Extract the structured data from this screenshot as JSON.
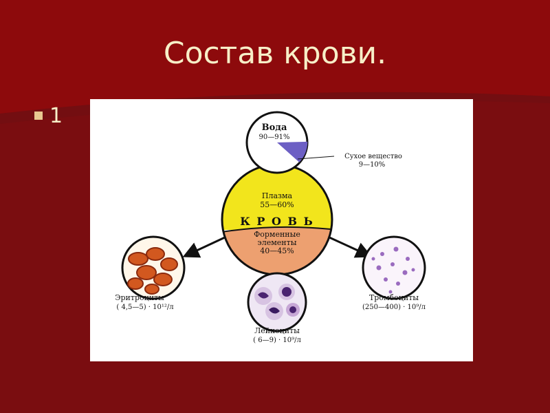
{
  "slide": {
    "title": "Состав крови.",
    "bullet": "1"
  },
  "colors": {
    "background": "#7a0d10",
    "title_text": "#f7efc8",
    "plasma": "#f2e51c",
    "formed_elements": "#eda070",
    "dry_matter_wedge": "#6c5fc4"
  },
  "diagram": {
    "center_word": "К Р О В Ь",
    "plasma": {
      "label": "Плазма",
      "range": "55—60%"
    },
    "formed": {
      "label1": "Форменные",
      "label2": "элементы",
      "range": "40—45%"
    },
    "water": {
      "label": "Вода",
      "range": "90—91%"
    },
    "dry": {
      "label": "Сухое вещество",
      "range": "9—10%"
    },
    "erythrocytes": {
      "label": "Эритроциты",
      "count": "( 4,5—5) · 10¹²/л"
    },
    "leukocytes": {
      "label": "Лейкоциты",
      "count": "( 6—9) · 10⁹/л"
    },
    "thrombocytes": {
      "label": "Тромбоциты",
      "count": "(250—400) · 10⁹/л"
    }
  }
}
